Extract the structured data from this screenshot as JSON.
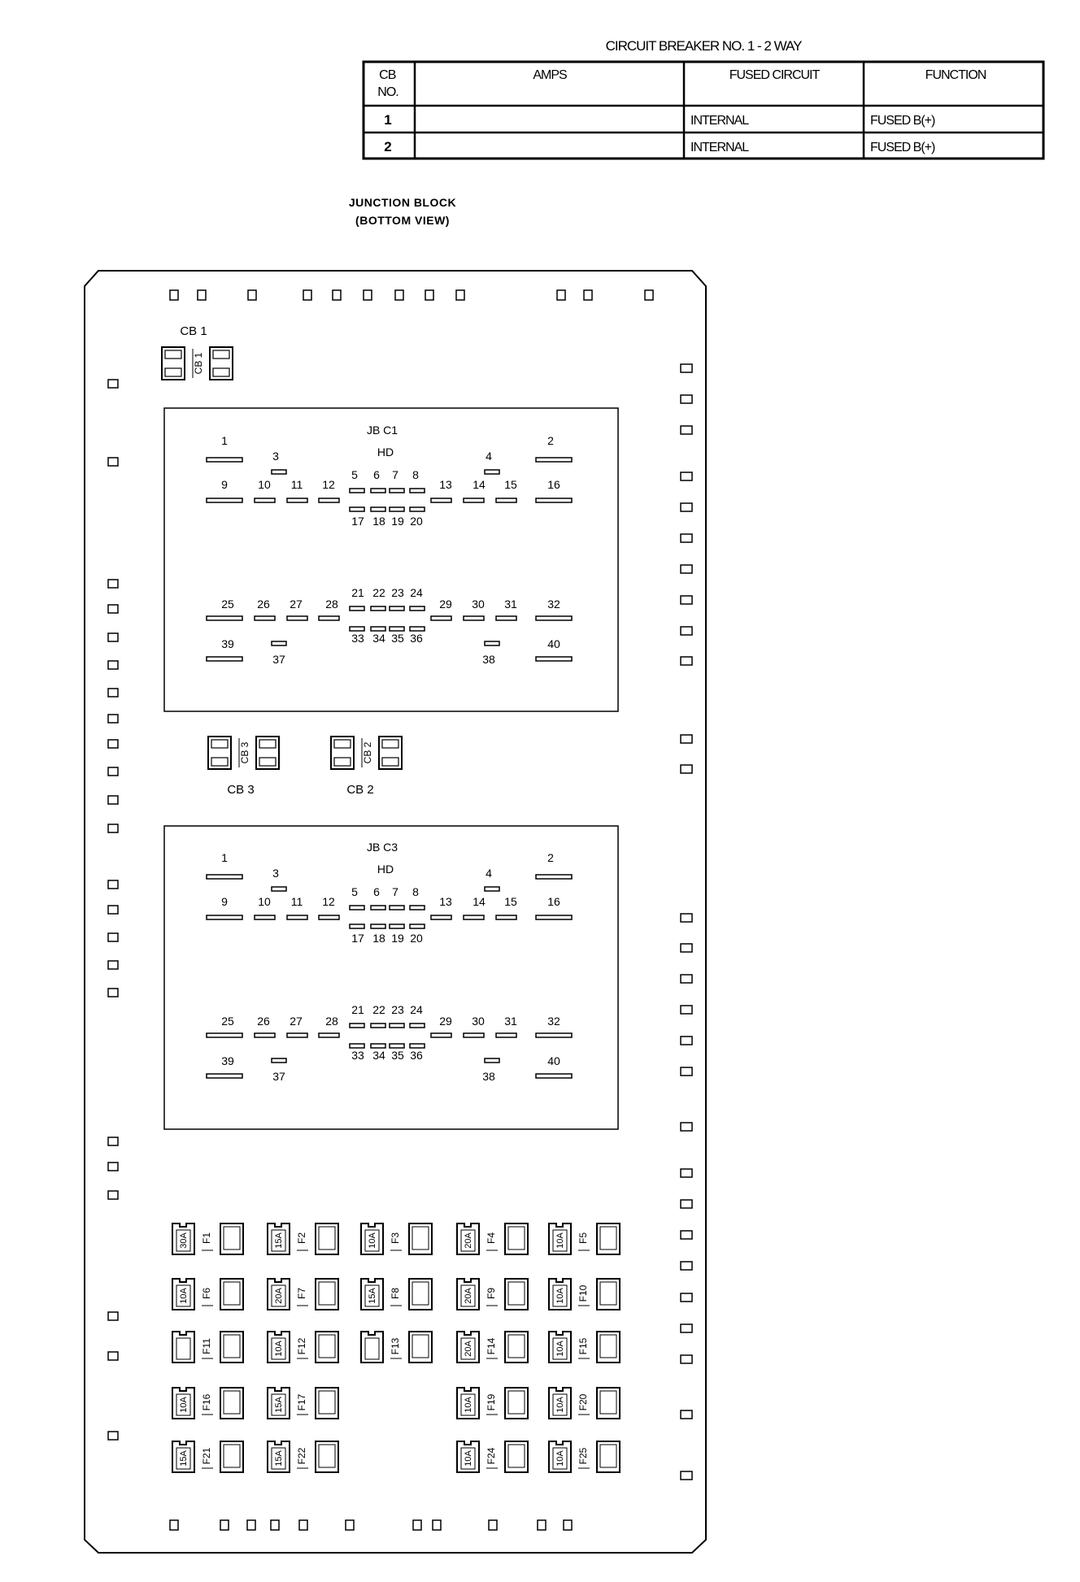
{
  "cb_table": {
    "title": "CIRCUIT BREAKER NO. 1 - 2 WAY",
    "headers": [
      "CB NO.",
      "AMPS",
      "FUSED CIRCUIT",
      "FUNCTION"
    ],
    "rows": [
      {
        "no": "1",
        "amps": "",
        "circuit": "INTERNAL",
        "function": "FUSED B(+)"
      },
      {
        "no": "2",
        "amps": "",
        "circuit": "INTERNAL",
        "function": "FUSED B(+)"
      }
    ]
  },
  "block": {
    "title_line1": "JUNCTION BLOCK",
    "title_line2": "(BOTTOM VIEW)"
  },
  "breakers": [
    {
      "top_label": "CB 1",
      "side_label": "CB 1"
    },
    {
      "bottom_label": "CB 3",
      "side_label": "CB 3"
    },
    {
      "bottom_label": "CB 2",
      "side_label": "CB 2"
    }
  ],
  "connectors": [
    {
      "name": "JB C1",
      "sub": "HD"
    },
    {
      "name": "JB C3",
      "sub": "HD"
    }
  ],
  "connector_pins": [
    "1",
    "2",
    "3",
    "4",
    "5",
    "6",
    "7",
    "8",
    "9",
    "10",
    "11",
    "12",
    "13",
    "14",
    "15",
    "16",
    "17",
    "18",
    "19",
    "20",
    "21",
    "22",
    "23",
    "24",
    "25",
    "26",
    "27",
    "28",
    "29",
    "30",
    "31",
    "32",
    "33",
    "34",
    "35",
    "36",
    "37",
    "38",
    "39",
    "40"
  ],
  "fuses": [
    {
      "id": "F1",
      "amps": "30A"
    },
    {
      "id": "F2",
      "amps": "15A"
    },
    {
      "id": "F3",
      "amps": "10A"
    },
    {
      "id": "F4",
      "amps": "20A"
    },
    {
      "id": "F5",
      "amps": "10A"
    },
    {
      "id": "F6",
      "amps": "10A"
    },
    {
      "id": "F7",
      "amps": "20A"
    },
    {
      "id": "F8",
      "amps": "15A"
    },
    {
      "id": "F9",
      "amps": "20A"
    },
    {
      "id": "F10",
      "amps": "10A"
    },
    {
      "id": "F11",
      "amps": ""
    },
    {
      "id": "F12",
      "amps": "10A"
    },
    {
      "id": "F13",
      "amps": ""
    },
    {
      "id": "F14",
      "amps": "20A"
    },
    {
      "id": "F15",
      "amps": "10A"
    },
    {
      "id": "F16",
      "amps": "10A"
    },
    {
      "id": "F17",
      "amps": "15A"
    },
    {
      "id": "F19",
      "amps": "10A"
    },
    {
      "id": "F20",
      "amps": "10A"
    },
    {
      "id": "F21",
      "amps": "15A"
    },
    {
      "id": "F22",
      "amps": "15A"
    },
    {
      "id": "F24",
      "amps": "10A"
    },
    {
      "id": "F25",
      "amps": "10A"
    }
  ]
}
